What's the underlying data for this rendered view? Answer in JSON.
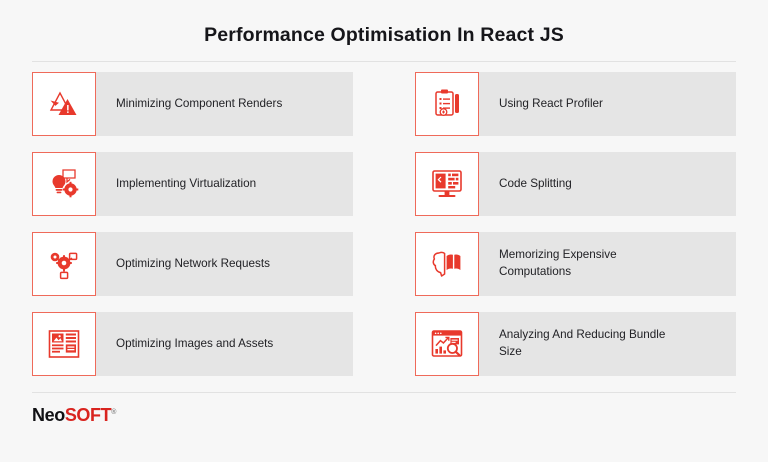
{
  "header": {
    "title": "Performance Optimisation In React JS"
  },
  "colors": {
    "accent_red": "#e8392c",
    "tile_border": "#ef6a5a",
    "card_background": "#e5e5e5",
    "page_background": "#f7f7f7",
    "divider": "#e2e2e2",
    "title_text": "#16161a",
    "label_text": "#222226",
    "logo_neo": "#111114",
    "logo_soft": "#d9241f"
  },
  "cards": [
    {
      "label": "Minimizing Component Renders",
      "icon": "warning-triangle-icon",
      "column": "left",
      "row": 1
    },
    {
      "label": "Using React Profiler",
      "icon": "clipboard-checklist-icon",
      "column": "right",
      "row": 1
    },
    {
      "label": "Implementing Virtualization",
      "icon": "lightbulb-gear-icon",
      "column": "left",
      "row": 2
    },
    {
      "label": "Code Splitting",
      "icon": "monitor-code-icon",
      "column": "right",
      "row": 2
    },
    {
      "label": "Optimizing Network Requests",
      "icon": "network-gear-icon",
      "column": "left",
      "row": 3
    },
    {
      "label": "Memorizing Expensive Computations",
      "icon": "brain-book-icon",
      "column": "right",
      "row": 3
    },
    {
      "label": "Optimizing Images and Assets",
      "icon": "image-layout-icon",
      "column": "left",
      "row": 4
    },
    {
      "label": "Analyzing And Reducing Bundle Size",
      "icon": "chart-magnifier-icon",
      "column": "right",
      "row": 4
    }
  ],
  "footer": {
    "logo_part1": "Neo",
    "logo_part2": "SOFT",
    "logo_trademark": "®"
  }
}
